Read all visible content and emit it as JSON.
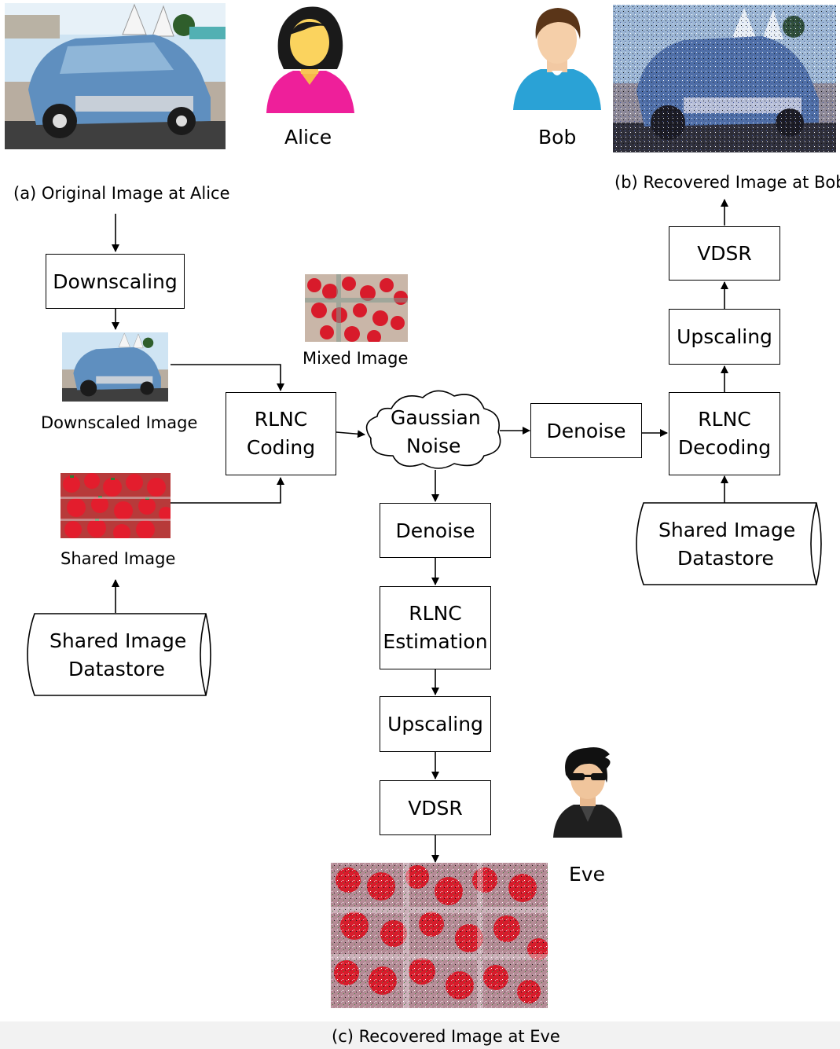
{
  "labels": {
    "alice": "Alice",
    "bob": "Bob",
    "eve": "Eve",
    "caption_a": "(a) Original Image at Alice",
    "caption_b": "(b) Recovered Image at Bob",
    "caption_c": "(c) Recovered Image at Eve",
    "downscaled_image": "Downscaled Image",
    "mixed_image": "Mixed Image",
    "shared_image": "Shared Image"
  },
  "boxes": {
    "downscaling": "Downscaling",
    "rlnc_coding_1": "RLNC",
    "rlnc_coding_2": "Coding",
    "noise_1": "Gaussian",
    "noise_2": "Noise",
    "denoise_bob": "Denoise",
    "rlnc_decoding_1": "RLNC",
    "rlnc_decoding_2": "Decoding",
    "upscaling_bob": "Upscaling",
    "vdsr_bob": "VDSR",
    "datastore_left_1": "Shared Image",
    "datastore_left_2": "Datastore",
    "datastore_right_1": "Shared Image",
    "datastore_right_2": "Datastore",
    "denoise_eve": "Denoise",
    "rlnc_estimation_1": "RLNC",
    "rlnc_estimation_2": "Estimation",
    "upscaling_eve": "Upscaling",
    "vdsr_eve": "VDSR"
  },
  "colors": {
    "alice_shirt": "#ee1f9a",
    "alice_hair": "#1a1a1a",
    "alice_face": "#fbd35e",
    "bob_shirt": "#2aa2d6",
    "bob_hair": "#5a3518",
    "car_blue": "#5f8fbf",
    "strawberry_red": "#d81b2b"
  },
  "icons": {
    "alice": "female-user-icon",
    "bob": "male-user-icon",
    "eve": "hacker-sunglasses-icon"
  }
}
